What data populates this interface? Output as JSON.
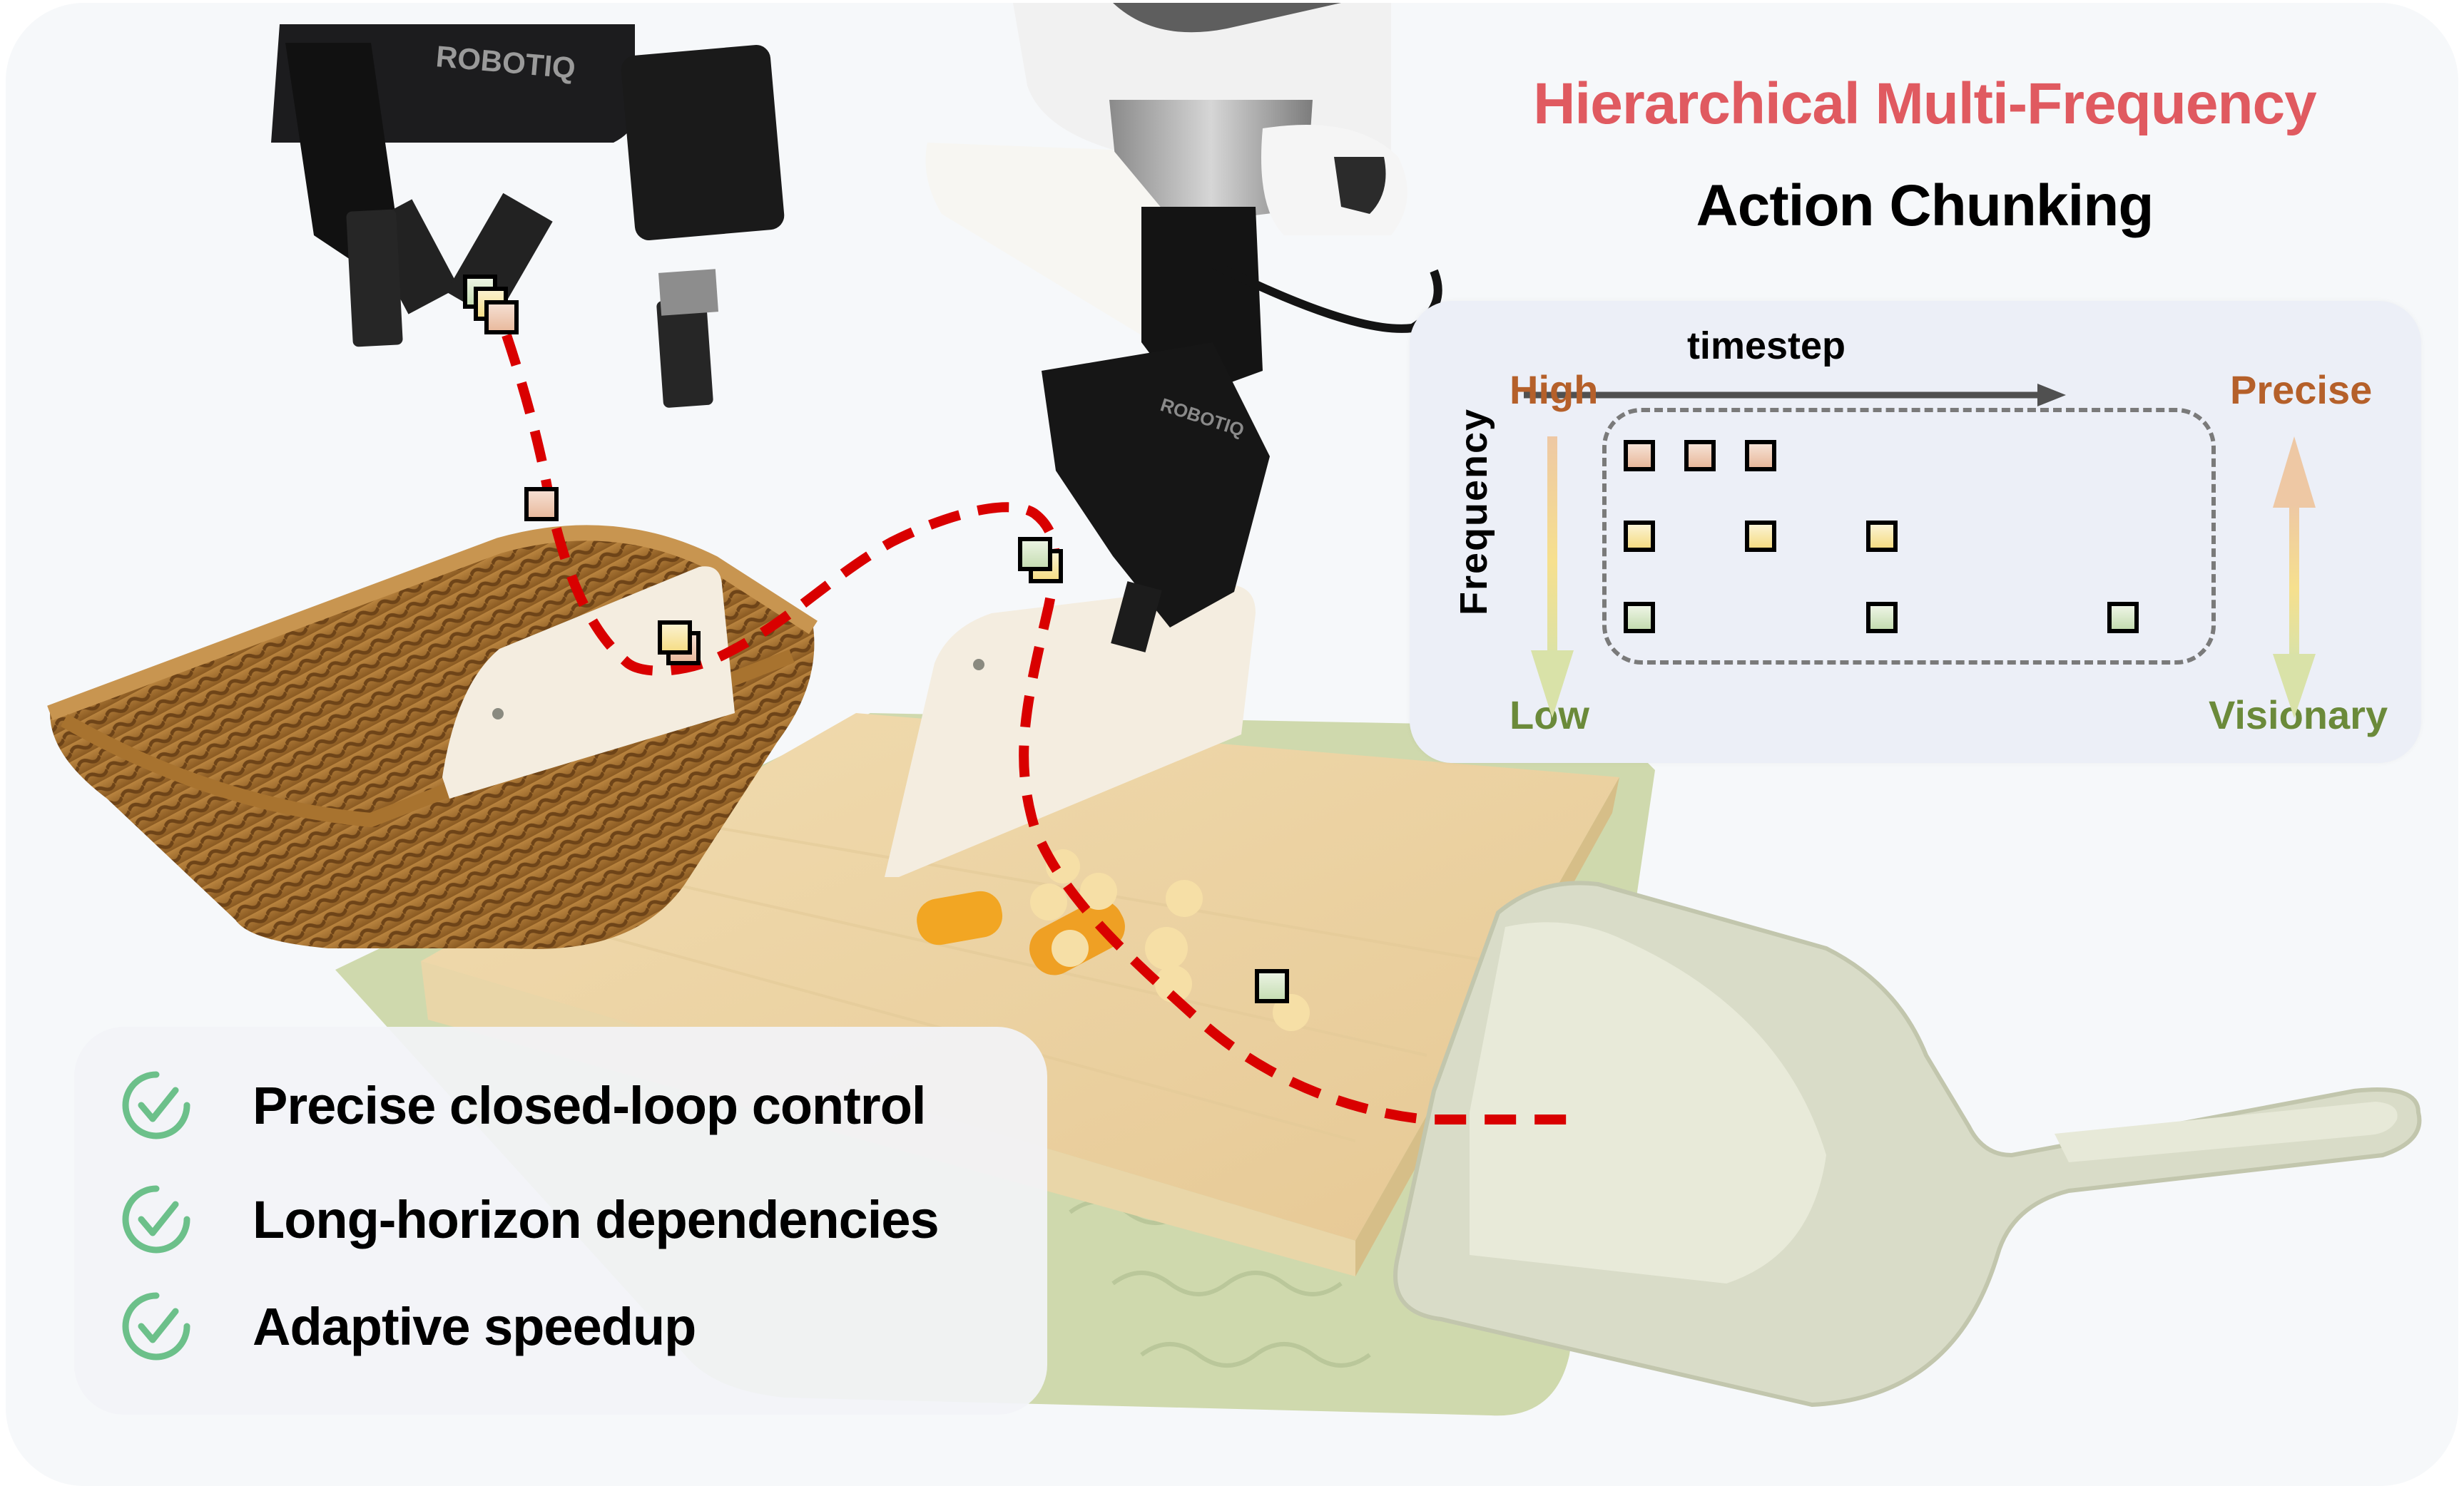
{
  "figure": {
    "title_line1": "Hierarchical Multi-Frequency",
    "title_line2": "Action Chunking",
    "title_line1_color": "#e05a60",
    "title_line2_color": "#000000",
    "background_color": "#f6f8fa"
  },
  "scene": {
    "objects": [
      "robotiq-gripper-left",
      "robot-arm-with-robotiq-gripper",
      "wicker-basket",
      "white-scraper",
      "bamboo-cutting-board",
      "green-silicone-mat",
      "snack-pieces",
      "green-dustpan"
    ],
    "gripper_brand_text": "ROBOTIQ",
    "trajectory_color": "#d90000",
    "trajectory_style": "dashed"
  },
  "legend": {
    "x_axis_label": "timestep",
    "y_axis_label": "Frequency",
    "high_label": "High",
    "low_label": "Low",
    "precise_label": "Precise",
    "visionary_label": "Visionary",
    "high_color": "#b5602a",
    "low_color": "#6b8a3a",
    "rows": [
      {
        "level": "high",
        "color_top": "#f6e2d6",
        "color_bottom": "#e8b89a",
        "positions": [
          0,
          1,
          2
        ]
      },
      {
        "level": "mid",
        "color_top": "#fbf3d4",
        "color_bottom": "#f5dc82",
        "positions": [
          0,
          2,
          4
        ]
      },
      {
        "level": "low",
        "color_top": "#eef5e6",
        "color_bottom": "#c4dcb0",
        "positions": [
          0,
          4,
          8
        ]
      }
    ]
  },
  "features": {
    "items": [
      {
        "icon": "check-circle-icon",
        "label": "Precise closed-loop control"
      },
      {
        "icon": "check-circle-icon",
        "label": "Long-horizon dependencies"
      },
      {
        "icon": "check-circle-icon",
        "label": "Adaptive speedup"
      }
    ],
    "check_color": "#6cc08a"
  }
}
